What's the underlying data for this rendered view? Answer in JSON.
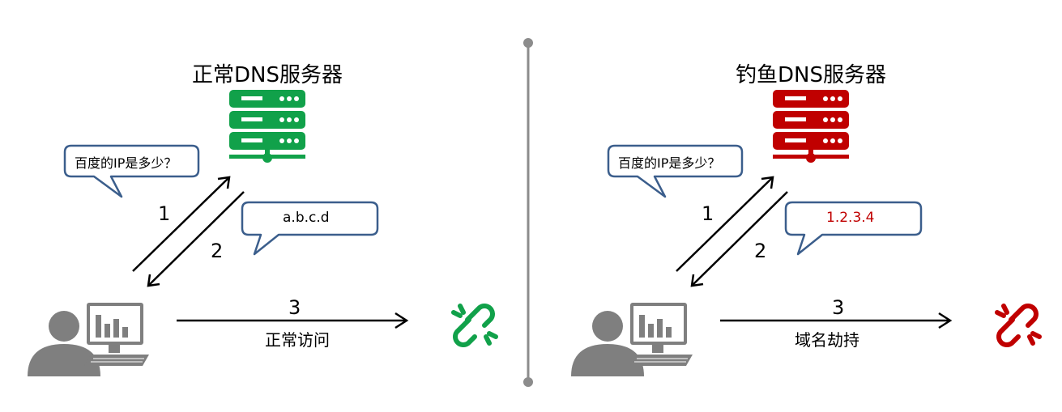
{
  "colors": {
    "normal_server": "#11a14a",
    "phishing_server": "#c00000",
    "bubble_border": "#3b5e8c",
    "divider": "#8c8c8c",
    "user_icon": "#7f7f7f",
    "answer_phishing": "#c00000"
  },
  "panels": [
    {
      "title": "正常DNS服务器",
      "question": "百度的IP是多少？",
      "answer": "a.b.c.d",
      "step1": "1",
      "step2": "2",
      "step3": "3",
      "action": "正常访问",
      "server_icon": "server-icon",
      "link_icon": "broken-link-icon"
    },
    {
      "title": "钓鱼DNS服务器",
      "question": "百度的IP是多少？",
      "answer": "1.2.3.4",
      "step1": "1",
      "step2": "2",
      "step3": "3",
      "action": "域名劫持",
      "server_icon": "server-icon",
      "link_icon": "broken-link-icon"
    }
  ]
}
